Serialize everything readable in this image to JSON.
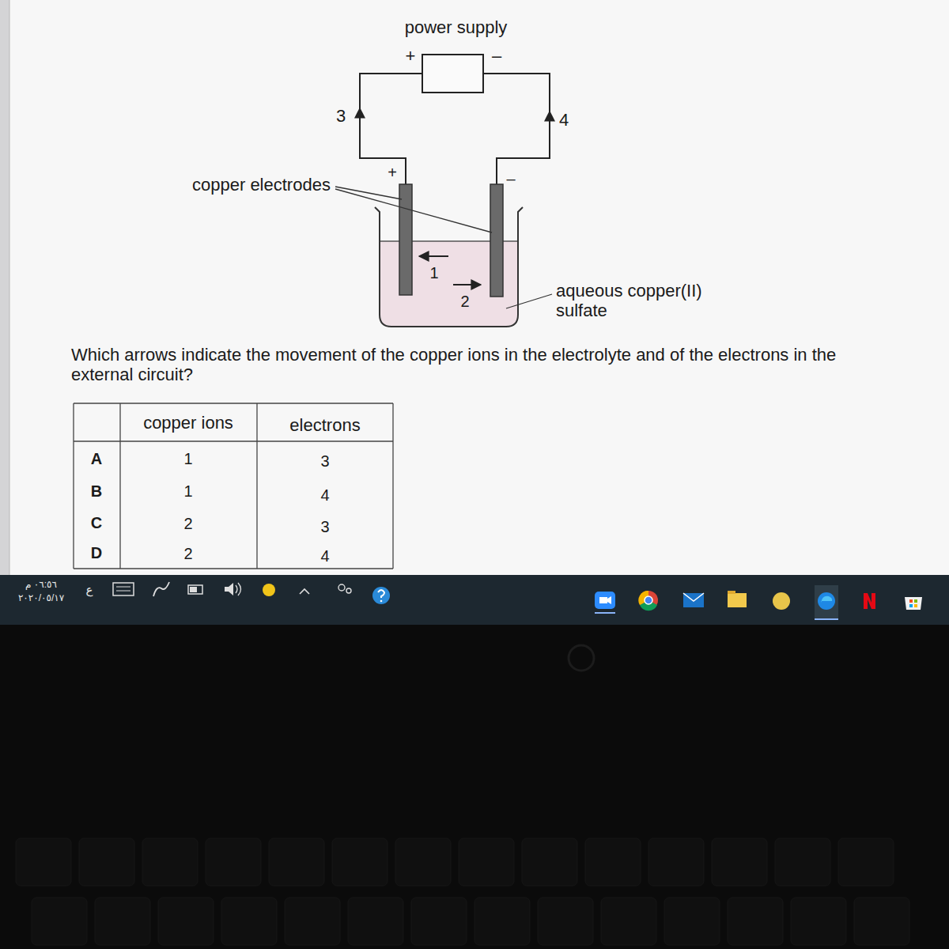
{
  "diagram": {
    "nodes": [
      {
        "text": [
          "power supply"
        ]
      }
    ],
    "labels": [
      "+",
      "–",
      "3",
      "4",
      "copper electrodes",
      "+",
      "–",
      "1",
      "2",
      "aqueous copper(II) sulfate",
      "Which arrows indicate the movement of the copper ions in the electrolyte and of the electrons in the external circuit?",
      "copper ions",
      "electrons",
      "A",
      "1",
      "3",
      "B",
      "1",
      "4",
      "C",
      "2",
      "3",
      "D",
      "2",
      "4",
      "ع",
      "٠٦:٥٦ م",
      "٢٠٢٠/٠٥/١٧"
    ]
  }
}
